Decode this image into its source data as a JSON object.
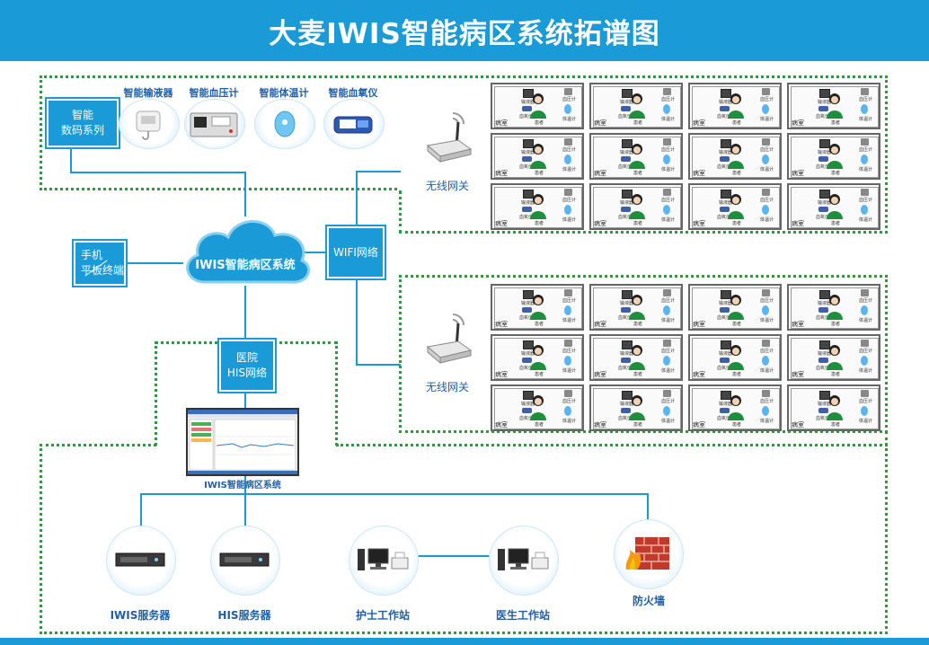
{
  "title": "大麦IWIS智能病区系统拓谱图",
  "devices": {
    "smart_box": {
      "line1": "智能",
      "line2": "数码系列"
    },
    "items": [
      {
        "label": "智能输液器",
        "icon": "infusion-pump-icon"
      },
      {
        "label": "智能血压计",
        "icon": "blood-pressure-monitor-icon"
      },
      {
        "label": "智能体温计",
        "icon": "thermometer-icon"
      },
      {
        "label": "智能血氧仪",
        "icon": "oximeter-icon"
      }
    ]
  },
  "cloud": {
    "label": "IWIS智能病区系统"
  },
  "wifi_box": {
    "label": "WIFI网络"
  },
  "mobile_box": {
    "line1": "手机",
    "line2": "平板终端"
  },
  "his_box": {
    "line1": "医院",
    "line2": "HIS网络"
  },
  "gateways": [
    {
      "label": "无线网关"
    },
    {
      "label": "无线网关"
    }
  ],
  "room": {
    "name": "病室",
    "infusion": "输液器",
    "patient": "患者",
    "bp": "血压计",
    "oxi": "血氧仪",
    "thermo": "体温计"
  },
  "monitor_caption": "IWIS智能病区系统",
  "servers": [
    {
      "label": "IWIS服务器",
      "icon": "rack-server-icon"
    },
    {
      "label": "HIS服务器",
      "icon": "rack-server-icon"
    },
    {
      "label": "护士工作站",
      "icon": "workstation-icon"
    },
    {
      "label": "医生工作站",
      "icon": "workstation-icon"
    },
    {
      "label": "防火墙",
      "icon": "firewall-icon"
    }
  ],
  "colors": {
    "accent": "#1a9bd7",
    "dotted_border": "#2e9b3a",
    "label": "#1f5fa8"
  }
}
